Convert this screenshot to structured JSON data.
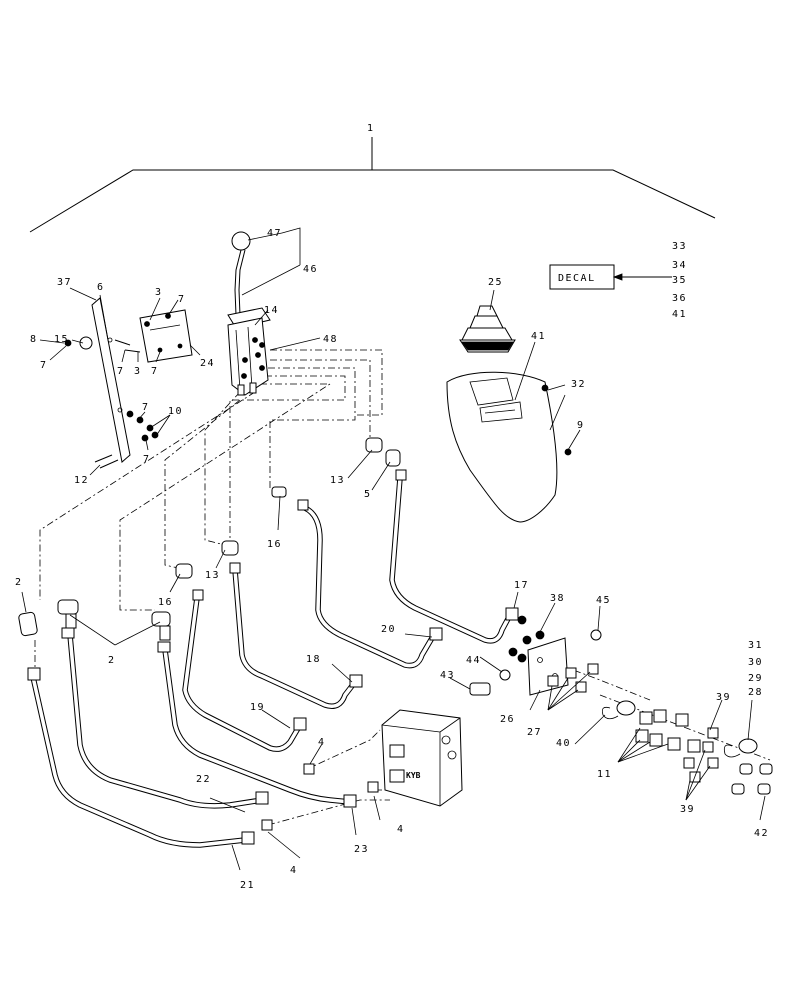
{
  "decal_label": "DECAL",
  "valve_brand": "KYB",
  "decal_refs": [
    "33",
    "34",
    "35",
    "36",
    "41"
  ],
  "callouts": {
    "c1": "1",
    "c47": "47",
    "c46": "46",
    "c25": "25",
    "c37": "37",
    "c6": "6",
    "c3a": "3",
    "c7a": "7",
    "c14": "14",
    "c15": "15",
    "c8": "8",
    "c7b": "7",
    "c7c": "7",
    "c3b": "3",
    "c7d": "7",
    "c24": "24",
    "c48": "48",
    "c41": "41",
    "c32": "32",
    "c10": "10",
    "c7e": "7",
    "c7f": "7",
    "c9": "9",
    "c12": "12",
    "c13a": "13",
    "c5": "5",
    "c16a": "16",
    "c13b": "13",
    "c16b": "16",
    "c2a": "2",
    "c2b": "2",
    "c17": "17",
    "c38": "38",
    "c45": "45",
    "c20": "20",
    "c18": "18",
    "c44": "44",
    "c43": "43",
    "c26": "26",
    "c27": "27",
    "c19": "19",
    "c4a": "4",
    "c40": "40",
    "c39a": "39",
    "c31": "31",
    "c30": "30",
    "c29": "29",
    "c28": "28",
    "c22": "22",
    "c11": "11",
    "c39b": "39",
    "c4b": "4",
    "c23": "23",
    "c4c": "4",
    "c42": "42",
    "c21": "21"
  }
}
